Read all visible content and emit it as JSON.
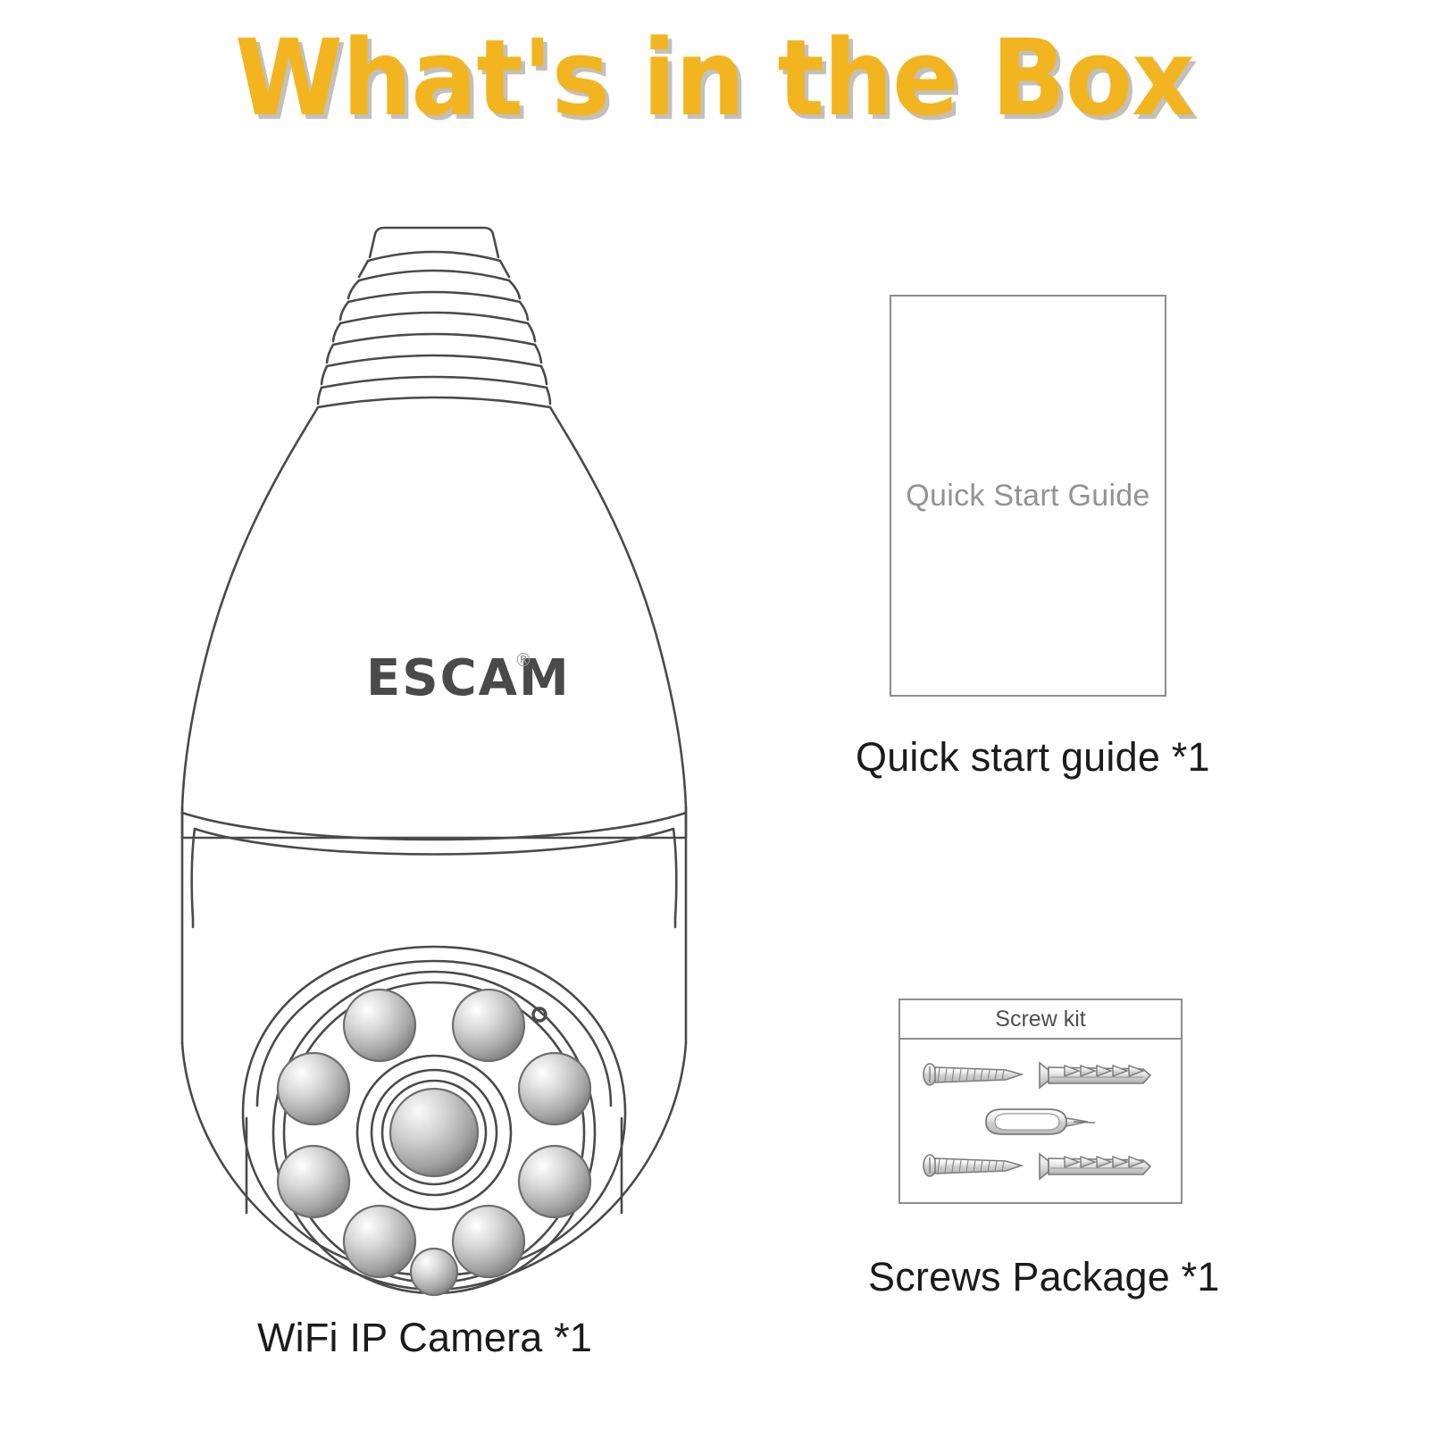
{
  "page": {
    "title": "What's in the Box",
    "title_color": "#F2B51F",
    "background_color": "#FFFFFF",
    "line_color": "#4a4a4a"
  },
  "items": [
    {
      "id": "wifi-ip-camera",
      "caption": "WiFi IP Camera  *1",
      "brand_logo": "ESCAM",
      "trademark": "®",
      "art": "bulb-ptz-camera-line-drawing",
      "quantity": 1
    },
    {
      "id": "quick-start-guide",
      "caption": "Quick start guide  *1",
      "box_label": "Quick Start Guide",
      "box_label_color": "#939393",
      "border_color": "#8d8d8d",
      "quantity": 1
    },
    {
      "id": "screws-package",
      "caption": "Screws Package  *1",
      "box_header": "Screw kit",
      "header_color": "#4f4f4f",
      "border_color": "#8d8d8d",
      "contents": [
        "screw",
        "wall-anchor",
        "reset-pin",
        "screw",
        "wall-anchor"
      ],
      "quantity": 1
    }
  ]
}
